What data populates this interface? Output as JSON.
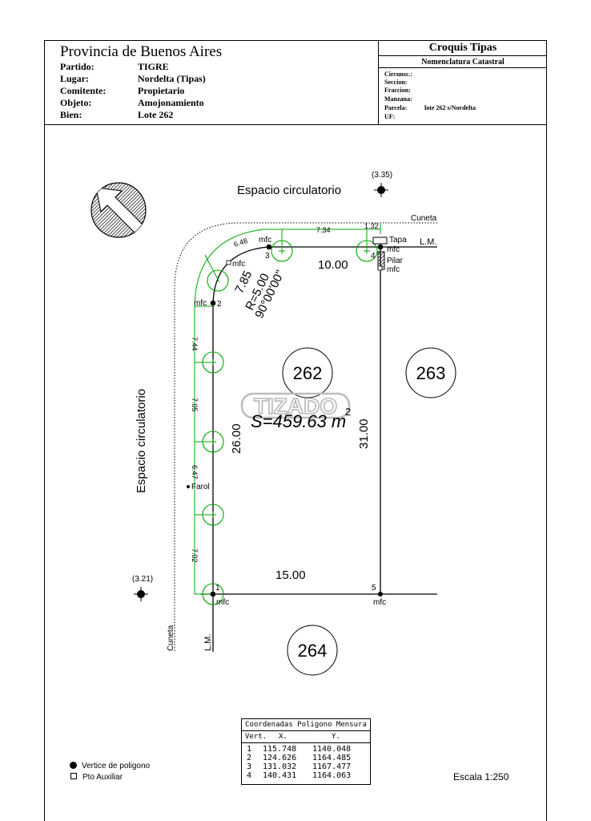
{
  "header": {
    "province": "Provincia de Buenos Aires",
    "fields": [
      {
        "label": "Partido:",
        "value": "TIGRE"
      },
      {
        "label": "Lugar:",
        "value": "Nordelta (Tipas)"
      },
      {
        "label": "Comitente:",
        "value": "Propietario"
      },
      {
        "label": "Objeto:",
        "value": "Amojonamiento"
      },
      {
        "label": "Bien:",
        "value": "Lote 262"
      }
    ],
    "croquis_title": "Croquis Tipas",
    "nomenclatura_title": "Nomenclatura Catastral",
    "catastral": [
      {
        "label": "Circunsc.:",
        "value": ""
      },
      {
        "label": "Seccion:",
        "value": ""
      },
      {
        "label": "Fraccion:",
        "value": ""
      },
      {
        "label": "Manzana:",
        "value": ""
      },
      {
        "label": "Parcela:",
        "value": "lote 262 s/Nordelta"
      },
      {
        "label": "UF:",
        "value": ""
      }
    ]
  },
  "plan": {
    "street_top": "Espacio circulatorio",
    "street_left": "Espacio circulatorio",
    "cuneta_top": "Cuneta",
    "cuneta_left": "Cuneta",
    "lm_top": "L.M.",
    "lm_bottom": "L.M.",
    "level_top": "(3.35)",
    "level_left": "(3.21)",
    "lots": {
      "main": "262",
      "east": "263",
      "south": "264"
    },
    "area": "S=459.63 m",
    "area_exp": "2",
    "watermark": "TIZADO",
    "curve": {
      "length": "7.85",
      "radius": "R=5.00",
      "angle": "90°00'00\""
    },
    "sides": {
      "top": "10.00",
      "bottom": "15.00",
      "left": "26.00",
      "right": "31.00"
    },
    "green_measures": [
      "7.34",
      "1.32",
      "6.48",
      "7.44",
      "7.05",
      "6.47",
      "7.02"
    ],
    "mfc": "mfc",
    "tapa": "Tapa",
    "pilar": "Pilar",
    "farol": "Farol",
    "vertices": [
      "1",
      "2",
      "3",
      "4",
      "5"
    ]
  },
  "coord_table": {
    "title": "Coordenadas Poligono Mensura",
    "headers": [
      "Vert.",
      "X.",
      "Y."
    ],
    "rows": [
      [
        "1",
        "115.748",
        "1140.048"
      ],
      [
        "2",
        "124.626",
        "1164.485"
      ],
      [
        "3",
        "131.032",
        "1167.477"
      ],
      [
        "4",
        "140.431",
        "1164.063"
      ]
    ]
  },
  "legend": {
    "vertex": "Vertice de poligono",
    "aux": "Pto Auxiliar"
  },
  "scale": "Escala 1:250",
  "colors": {
    "line": "#000000",
    "survey": "#00aa00"
  }
}
